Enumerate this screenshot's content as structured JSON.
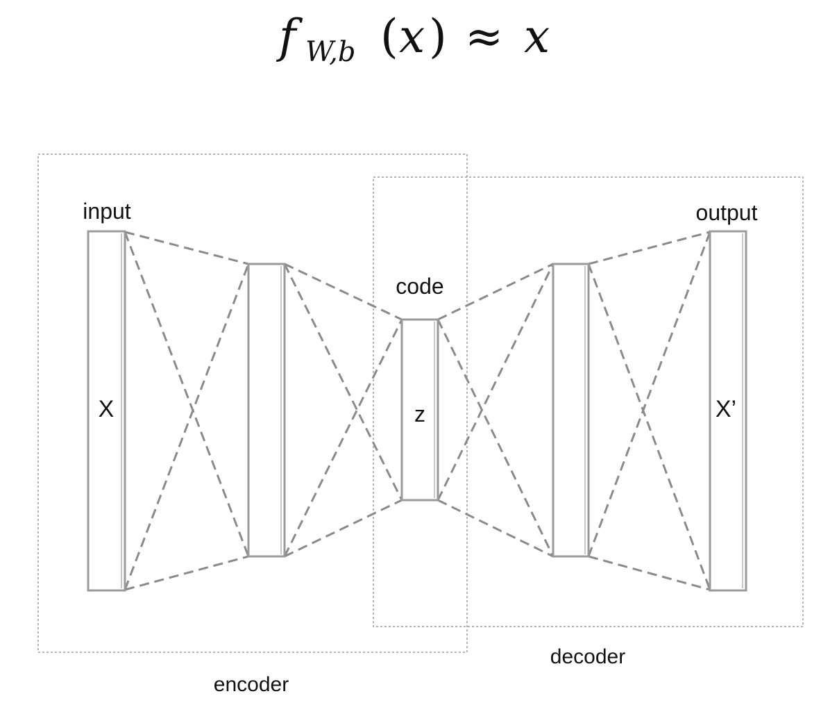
{
  "formula": {
    "f": "f",
    "subscript": "W,b",
    "open_paren": "(",
    "arg": "x",
    "close_paren": ")",
    "approx": "≈",
    "rhs": "x"
  },
  "labels": {
    "input": "input",
    "code": "code",
    "output": "output",
    "encoder": "encoder",
    "decoder": "decoder"
  },
  "layers": {
    "input": "X",
    "code": "z",
    "output": "X’",
    "hidden_encoder": "",
    "hidden_decoder": ""
  },
  "colors": {
    "bar_stroke": "#9a9a9a",
    "connection_stroke": "#8a8a8a",
    "region_stroke": "#9b9b9b"
  }
}
